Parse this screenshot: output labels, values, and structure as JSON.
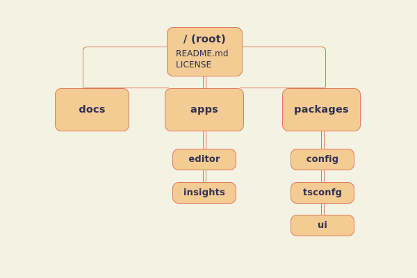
{
  "canvas": {
    "background_color": "#f4f2e2",
    "node_fill_color": "#f3cb93",
    "node_border_color": "#e0795c",
    "text_color": "#2e3050",
    "connector_color": "#e0795c"
  },
  "tree": {
    "root": {
      "label": "/ (root)",
      "files": [
        "README.md",
        "LICENSE"
      ]
    },
    "branches": [
      {
        "label": "docs",
        "children": []
      },
      {
        "label": "apps",
        "children": [
          "editor",
          "insights"
        ]
      },
      {
        "label": "packages",
        "children": [
          "config",
          "tsconfg",
          "ui"
        ]
      }
    ]
  },
  "nodes": {
    "root": "/ (root)",
    "file_readme": "README.md",
    "file_license": "LICENSE",
    "docs": "docs",
    "apps": "apps",
    "packages": "packages",
    "editor": "editor",
    "insights": "insights",
    "config": "config",
    "tsconfg": "tsconfg",
    "ui": "ui"
  }
}
